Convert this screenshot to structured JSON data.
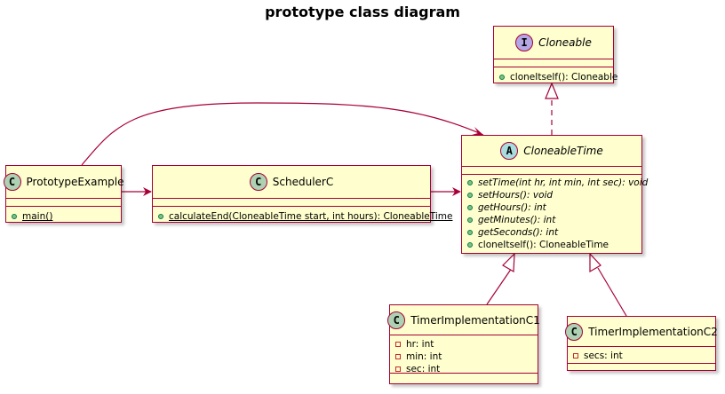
{
  "diagram": {
    "title": "prototype class diagram",
    "colors": {
      "class_fill": "#FEFECE",
      "class_border": "#A80036",
      "line": "#A80036",
      "stereo_class": "#ADD1B2",
      "stereo_abstract": "#A9DCDF",
      "stereo_interface": "#B4A7E5"
    },
    "classes": {
      "cloneable": {
        "stereotype": "I",
        "name": "Cloneable",
        "methods": [
          {
            "visibility": "public",
            "text": "cloneItself(): Cloneable"
          }
        ]
      },
      "cloneable_time": {
        "stereotype": "A",
        "name": "CloneableTime",
        "methods": [
          {
            "visibility": "public",
            "text": "setTime(int hr, int min, int sec): void"
          },
          {
            "visibility": "public",
            "text": "setHours(): void"
          },
          {
            "visibility": "public",
            "text": "getHours(): int"
          },
          {
            "visibility": "public",
            "text": "getMinutes(): int"
          },
          {
            "visibility": "public",
            "text": "getSeconds(): int"
          },
          {
            "visibility": "public",
            "text": "cloneItself(): CloneableTime"
          }
        ]
      },
      "prototype_example": {
        "stereotype": "C",
        "name": "PrototypeExample",
        "methods": [
          {
            "visibility": "public",
            "text": "main()"
          }
        ]
      },
      "scheduler_c": {
        "stereotype": "C",
        "name": "SchedulerC",
        "methods": [
          {
            "visibility": "public",
            "text": "calculateEnd(CloneableTime start, int hours): CloneableTime"
          }
        ]
      },
      "timer1": {
        "stereotype": "C",
        "name": "TimerImplementationC1",
        "fields": [
          {
            "visibility": "private",
            "text": "hr: int"
          },
          {
            "visibility": "private",
            "text": "min: int"
          },
          {
            "visibility": "private",
            "text": "sec: int"
          }
        ]
      },
      "timer2": {
        "stereotype": "C",
        "name": "TimerImplementationC2",
        "fields": [
          {
            "visibility": "private",
            "text": "secs: int"
          }
        ]
      }
    }
  }
}
